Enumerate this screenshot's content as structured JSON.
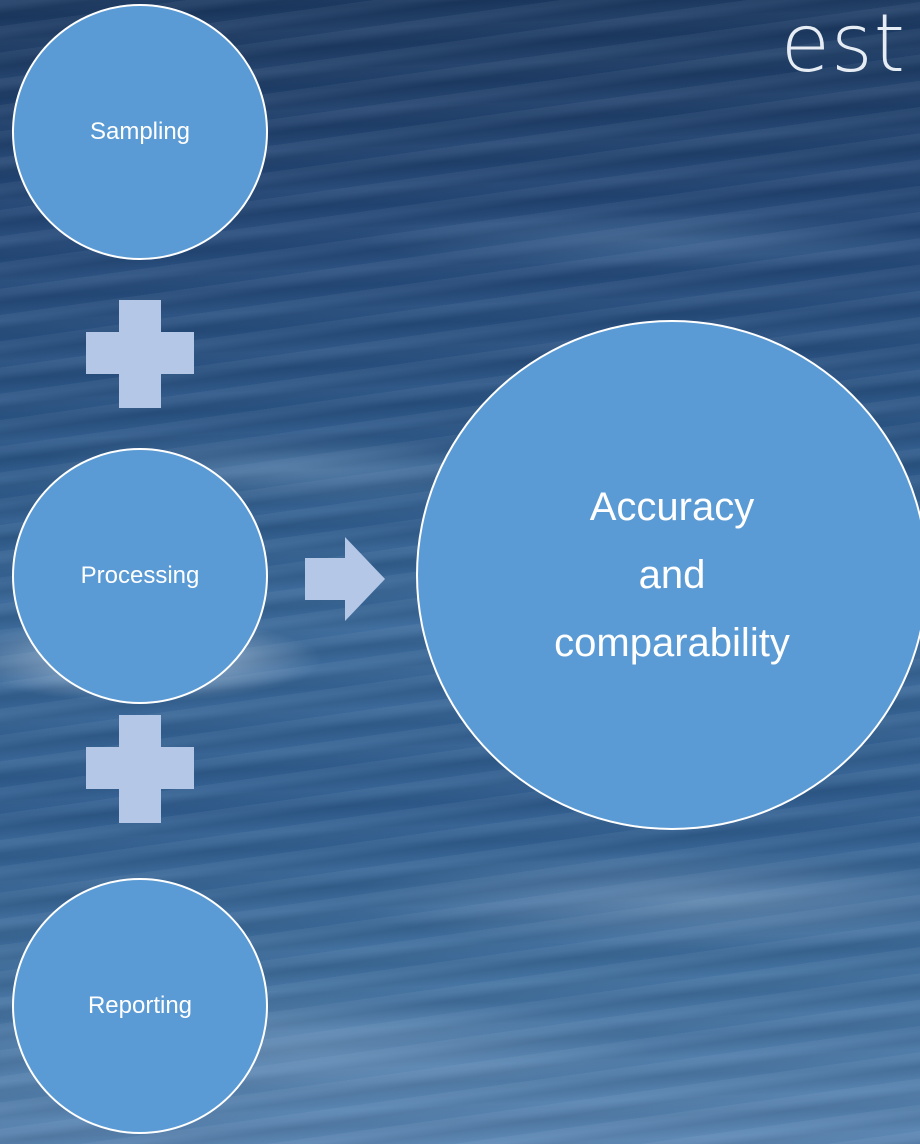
{
  "title_fragment": "est",
  "diagram": {
    "steps": [
      "Sampling",
      "Processing",
      "Reporting"
    ],
    "result": {
      "line1": "Accuracy",
      "line2": "and",
      "line3": "comparability"
    }
  },
  "colors": {
    "circle_fill": "#5b9bd5",
    "circle_border": "#ffffff",
    "connector_fill": "#b4c7e7"
  },
  "icons": [
    "plus-icon",
    "plus-icon",
    "arrow-right-icon"
  ]
}
